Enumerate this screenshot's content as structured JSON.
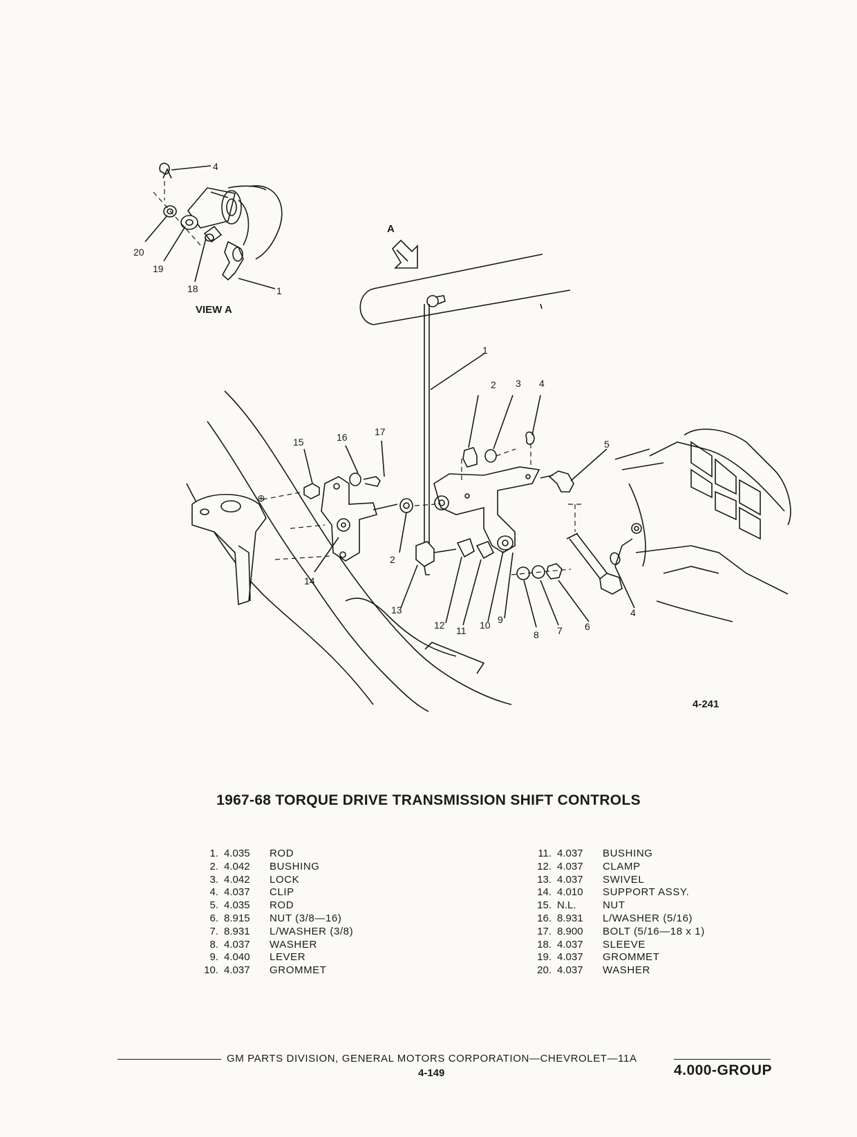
{
  "diagram": {
    "view_label": "VIEW A",
    "arrow_label": "A",
    "figure_number": "4-241",
    "callouts": [
      "1",
      "2",
      "3",
      "4",
      "5",
      "6",
      "7",
      "8",
      "9",
      "10",
      "11",
      "12",
      "13",
      "14",
      "15",
      "16",
      "17",
      "18",
      "19",
      "20"
    ]
  },
  "title": "1967-68 TORQUE DRIVE TRANSMISSION SHIFT CONTROLS",
  "parts_left": [
    {
      "num": "1.",
      "code": "4.035",
      "name": "ROD"
    },
    {
      "num": "2.",
      "code": "4.042",
      "name": "BUSHING"
    },
    {
      "num": "3.",
      "code": "4.042",
      "name": "LOCK"
    },
    {
      "num": "4.",
      "code": "4.037",
      "name": "CLIP"
    },
    {
      "num": "5.",
      "code": "4.035",
      "name": "ROD"
    },
    {
      "num": "6.",
      "code": "8.915",
      "name": "NUT (3/8—16)"
    },
    {
      "num": "7.",
      "code": "8.931",
      "name": "L/WASHER (3/8)"
    },
    {
      "num": "8.",
      "code": "4.037",
      "name": "WASHER"
    },
    {
      "num": "9.",
      "code": "4.040",
      "name": "LEVER"
    },
    {
      "num": "10.",
      "code": "4.037",
      "name": "GROMMET"
    }
  ],
  "parts_right": [
    {
      "num": "11.",
      "code": "4.037",
      "name": "BUSHING"
    },
    {
      "num": "12.",
      "code": "4.037",
      "name": "CLAMP"
    },
    {
      "num": "13.",
      "code": "4.037",
      "name": "SWIVEL"
    },
    {
      "num": "14.",
      "code": "4.010",
      "name": "SUPPORT ASSY."
    },
    {
      "num": "15.",
      "code": "N.L.",
      "name": "NUT"
    },
    {
      "num": "16.",
      "code": "8.931",
      "name": "L/WASHER (5/16)"
    },
    {
      "num": "17.",
      "code": "8.900",
      "name": "BOLT (5/16—18 x 1)"
    },
    {
      "num": "18.",
      "code": "4.037",
      "name": "SLEEVE"
    },
    {
      "num": "19.",
      "code": "4.037",
      "name": "GROMMET"
    },
    {
      "num": "20.",
      "code": "4.037",
      "name": "WASHER"
    }
  ],
  "footer": {
    "line": "GM PARTS DIVISION, GENERAL MOTORS CORPORATION—CHEVROLET—11A",
    "page": "4-149",
    "group": "4.000-GROUP"
  }
}
